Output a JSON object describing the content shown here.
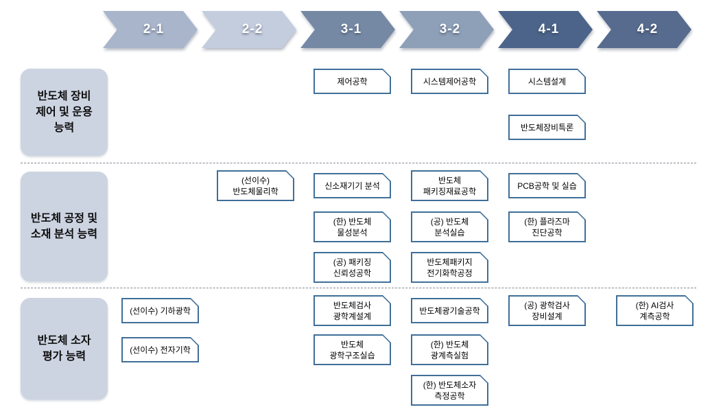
{
  "semesters": [
    {
      "label": "2-1",
      "color": "#a9b5ca"
    },
    {
      "label": "2-2",
      "color": "#c4cdde"
    },
    {
      "label": "3-1",
      "color": "#7589a5"
    },
    {
      "label": "3-2",
      "color": "#8e9fb8"
    },
    {
      "label": "4-1",
      "color": "#4c648a"
    },
    {
      "label": "4-2",
      "color": "#566b8e"
    }
  ],
  "capabilities": [
    {
      "lines": [
        "반도체 장비",
        "제어 및 운용",
        "능력"
      ]
    },
    {
      "lines": [
        "반도체 공정 및",
        "소재 분석 능력"
      ]
    },
    {
      "lines": [
        "반도체 소자",
        "평가 능력"
      ]
    }
  ],
  "courses": [
    {
      "capability": 0,
      "semester": "3-1",
      "slot": 0,
      "lines": [
        "제어공학"
      ]
    },
    {
      "capability": 0,
      "semester": "3-2",
      "slot": 0,
      "lines": [
        "시스템제어공학"
      ]
    },
    {
      "capability": 0,
      "semester": "4-1",
      "slot": 0,
      "lines": [
        "시스템설계"
      ]
    },
    {
      "capability": 0,
      "semester": "4-1",
      "slot": 1,
      "lines": [
        "반도체장비특론"
      ]
    },
    {
      "capability": 1,
      "semester": "2-2",
      "slot": 0,
      "lines": [
        "(선이수)",
        "반도체물리학"
      ]
    },
    {
      "capability": 1,
      "semester": "3-1",
      "slot": 0,
      "lines": [
        "신소재기기 분석"
      ]
    },
    {
      "capability": 1,
      "semester": "3-2",
      "slot": 0,
      "lines": [
        "반도체",
        "패키징재료공학"
      ]
    },
    {
      "capability": 1,
      "semester": "4-1",
      "slot": 0,
      "lines": [
        "PCB공학 및 실습"
      ]
    },
    {
      "capability": 1,
      "semester": "3-1",
      "slot": 1,
      "lines": [
        "(한) 반도체",
        "물성분석"
      ]
    },
    {
      "capability": 1,
      "semester": "3-2",
      "slot": 1,
      "lines": [
        "(공) 반도체",
        "분석실습"
      ]
    },
    {
      "capability": 1,
      "semester": "4-1",
      "slot": 1,
      "lines": [
        "(한) 플라즈마",
        "진단공학"
      ]
    },
    {
      "capability": 1,
      "semester": "3-1",
      "slot": 2,
      "lines": [
        "(공) 패키징",
        "신뢰성공학"
      ]
    },
    {
      "capability": 1,
      "semester": "3-2",
      "slot": 2,
      "lines": [
        "반도체패키지",
        "전기화학공정"
      ]
    },
    {
      "capability": 2,
      "semester": "2-1",
      "slot": 0,
      "lines": [
        "(선이수) 기하광학"
      ]
    },
    {
      "capability": 2,
      "semester": "2-1",
      "slot": 1,
      "lines": [
        "(선이수) 전자기학"
      ]
    },
    {
      "capability": 2,
      "semester": "3-1",
      "slot": 0,
      "lines": [
        "반도체검사",
        "광학계설계"
      ]
    },
    {
      "capability": 2,
      "semester": "3-1",
      "slot": 1,
      "lines": [
        "반도체",
        "광학구조실습"
      ]
    },
    {
      "capability": 2,
      "semester": "3-2",
      "slot": 0,
      "lines": [
        "반도체광기술공학"
      ]
    },
    {
      "capability": 2,
      "semester": "3-2",
      "slot": 1,
      "lines": [
        "(한) 반도체",
        "광계측실험"
      ]
    },
    {
      "capability": 2,
      "semester": "3-2",
      "slot": 2,
      "lines": [
        "(한) 반도체소자",
        "측정공학"
      ]
    },
    {
      "capability": 2,
      "semester": "4-1",
      "slot": 0,
      "lines": [
        "(공) 광학검사",
        "장비설계"
      ]
    },
    {
      "capability": 2,
      "semester": "4-2",
      "slot": 0,
      "lines": [
        "(한) AI검사",
        "계측공학"
      ]
    }
  ],
  "colors": {
    "course_border": "#3f6e99",
    "capability_fill": "#cdd4e1",
    "divider": "#7e8792",
    "chevron_text": "#ffffff",
    "background": "#ffffff"
  }
}
